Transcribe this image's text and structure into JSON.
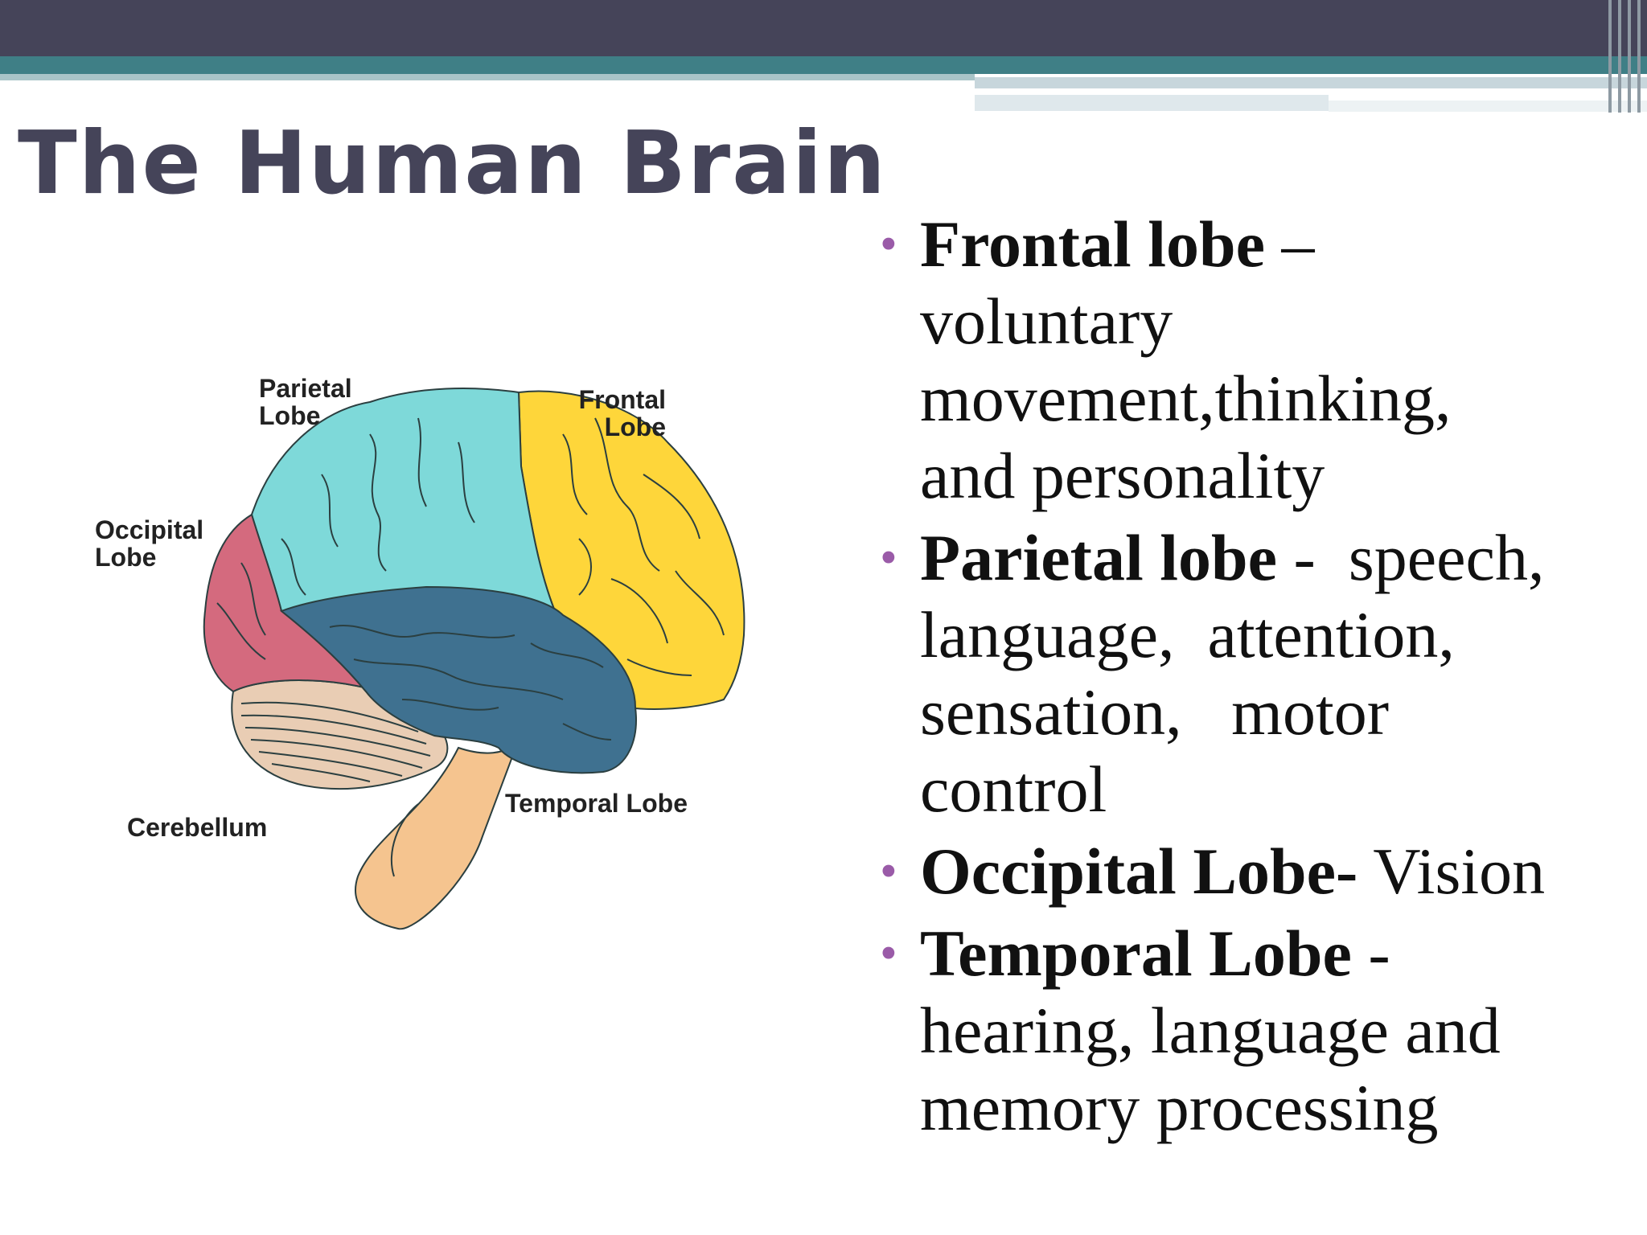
{
  "slide": {
    "title": "The Human Brain",
    "colors": {
      "header_dark": "#454459",
      "header_teal": "#3f7f86",
      "header_light": "#a9c4c8",
      "title_text": "#454459",
      "bullet_dot": "#9a5ba8"
    }
  },
  "diagram": {
    "labels": {
      "parietal_1": "Parietal",
      "parietal_2": "Lobe",
      "frontal_1": "Frontal",
      "frontal_2": "Lobe",
      "occipital_1": "Occipital",
      "occipital_2": "Lobe",
      "cerebellum": "Cerebellum",
      "temporal": "Temporal Lobe"
    },
    "colors": {
      "frontal": "#fed63a",
      "parietal": "#7ed9d9",
      "occipital": "#d46a7e",
      "temporal": "#3f7190",
      "cerebellum": "#e9cdb4",
      "brainstem": "#f5c48f",
      "outline": "#2b3f40"
    }
  },
  "bullets": [
    {
      "term": "Frontal lobe",
      "term_suffix": " –",
      "lines": [
        "voluntary",
        "movement,thinking,",
        "and personality"
      ]
    },
    {
      "term": "Parietal lobe",
      "term_suffix": " -  speech,",
      "lines": [
        "language,  attention,",
        "sensation,   motor",
        "control"
      ]
    },
    {
      "term": "Occipital Lobe-",
      "term_suffix": " Vision",
      "lines": []
    },
    {
      "term": "Temporal Lobe",
      "term_suffix": " -",
      "lines": [
        "hearing, language and",
        "memory processing"
      ]
    }
  ],
  "bullet_symbol": "•"
}
